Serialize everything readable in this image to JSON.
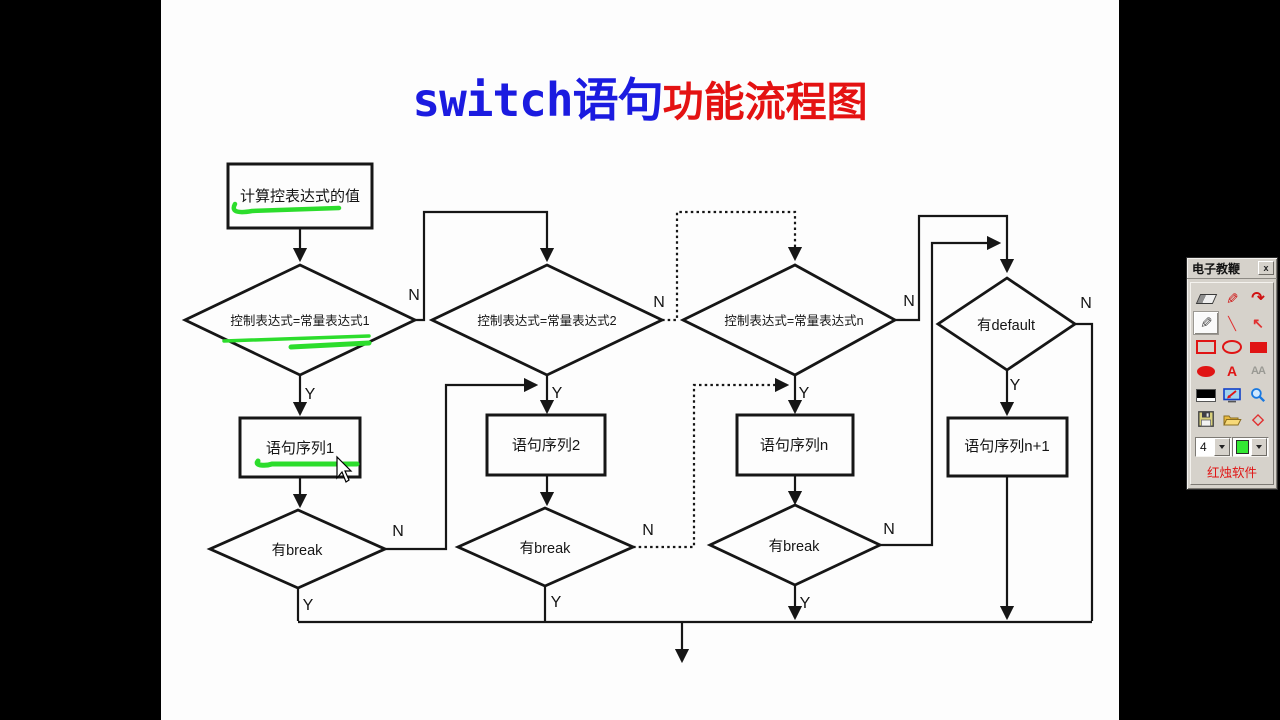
{
  "slide": {
    "title": {
      "part1": "switch语句",
      "part2": "功能流程图"
    },
    "flowchart": {
      "start": "计算控表达式的值",
      "cond1": "控制表达式=常量表达式1",
      "cond2": "控制表达式=常量表达式2",
      "condn": "控制表达式=常量表达式n",
      "cond_default": "有default",
      "seq1": "语句序列1",
      "seq2": "语句序列2",
      "seqn": "语句序列n",
      "seqn_plus1": "语句序列n+1",
      "has_break": "有break",
      "yes": "Y",
      "no": "N"
    }
  },
  "panel": {
    "title": "电子教鞭",
    "close_label": "x",
    "letter_a": "A",
    "letter_aa": "AA",
    "pen_width": "4",
    "brand": "红烛软件",
    "tools": [
      "eraser",
      "pen",
      "brush",
      "marker",
      "line",
      "arrow-northwest",
      "rectangle-outline",
      "ellipse-outline",
      "rectangle-filled",
      "ellipse-filled",
      "text-a",
      "text-aa",
      "black-swatch",
      "screen-capture",
      "magnifier",
      "save",
      "open-folder",
      "diamond-outline"
    ],
    "selected_tool": "marker"
  },
  "glyphs": {
    "pencil": "✎",
    "brush": "↷",
    "line": "╲",
    "arrow": "↖",
    "diamond": "◇"
  },
  "colors": {
    "title_blue": "#1b1be0",
    "title_red": "#e41212",
    "annotation_green": "#2cdd2c",
    "tool_red": "#e01414",
    "swatch_green": "#33e833"
  }
}
